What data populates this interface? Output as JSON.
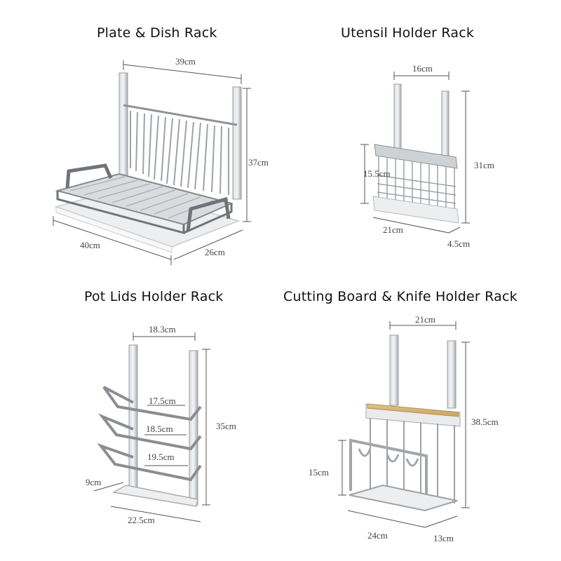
{
  "panels": [
    {
      "title": "Plate & Dish Rack",
      "dimensions": {
        "width": "39cm",
        "height": "37cm",
        "length": "40cm",
        "depth": "26cm"
      }
    },
    {
      "title": "Utensil Holder Rack",
      "dimensions": {
        "top_width": "16cm",
        "basket_height": "15.5cm",
        "height": "31cm",
        "width": "21cm",
        "depth": "4.5cm"
      }
    },
    {
      "title": "Pot Lids Holder Rack",
      "dimensions": {
        "width": "18.3cm",
        "height": "35cm",
        "arm1": "17.5cm",
        "arm2": "18.5cm",
        "arm3": "19.5cm",
        "tray_depth": "9cm",
        "tray_width": "22.5cm"
      }
    },
    {
      "title": "Cutting Board & Knife Holder Rack",
      "dimensions": {
        "top_width": "21cm",
        "height": "38.5cm",
        "board_height": "15cm",
        "width": "24cm",
        "depth": "13cm"
      }
    }
  ],
  "colors": {
    "metal": "#b8bcc0",
    "metal_dark": "#7d8185",
    "tray": "#e6e8ea",
    "wood": "#d9b77a",
    "dim_line": "#555555"
  }
}
